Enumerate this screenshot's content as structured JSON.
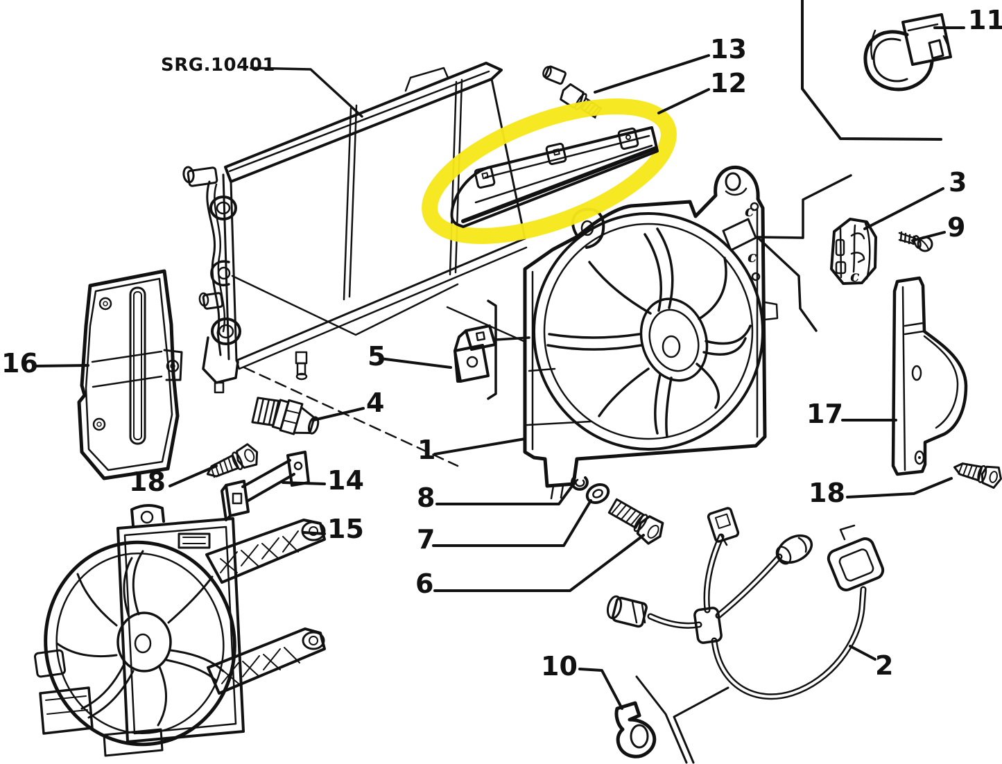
{
  "diagram": {
    "code_label": "SRG.10401",
    "highlight_color": "#F6E71A",
    "line_color": "#111111",
    "background_color": "#ffffff",
    "callouts": {
      "n1": "1",
      "n2": "2",
      "n3": "3",
      "n4": "4",
      "n5": "5",
      "n6": "6",
      "n7": "7",
      "n8": "8",
      "n9": "9",
      "n10": "10",
      "n11": "11",
      "n12": "12",
      "n13": "13",
      "n14": "14",
      "n15": "15",
      "n16": "16",
      "n17": "17",
      "n18_left": "18",
      "n18_right": "18"
    },
    "markers": {
      "shroud_top": "c",
      "shroud_bottom": "c",
      "connector": "c"
    }
  }
}
